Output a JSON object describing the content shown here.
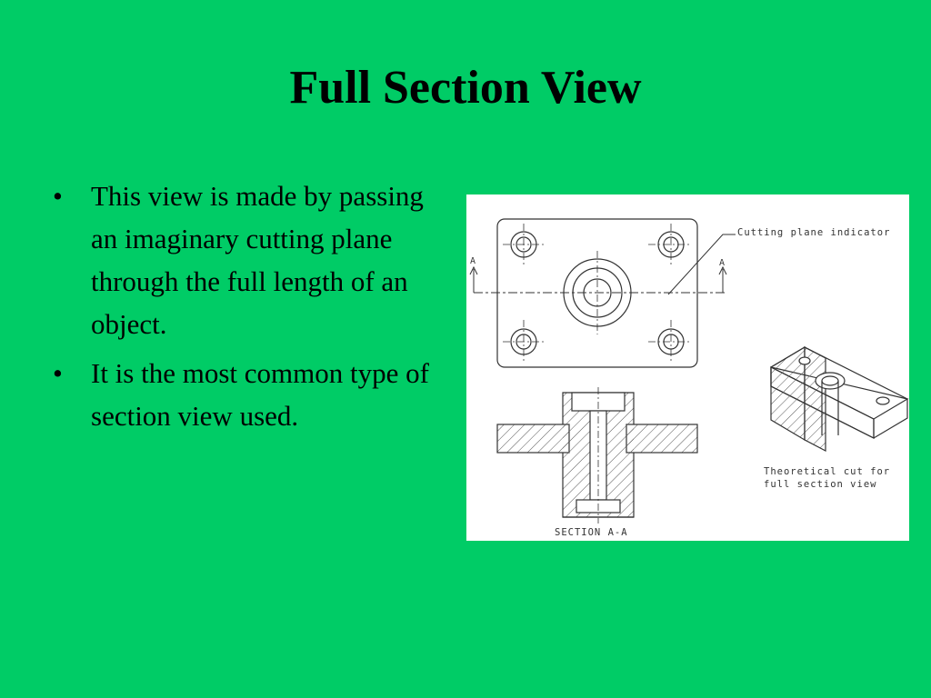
{
  "slide": {
    "title": "Full Section View",
    "bullets": [
      "This view is made by passing an imaginary cutting plane through the full length of an object.",
      "It is the most common type of section view used."
    ],
    "background_color": "#00CC66"
  },
  "figure": {
    "cutting_plane_label": "Cutting plane indicator",
    "section_marker_left": "A",
    "section_marker_right": "A",
    "section_caption": "SECTION  A-A",
    "cut_caption_line1": "Theoretical cut for",
    "cut_caption_line2": "full section view"
  }
}
